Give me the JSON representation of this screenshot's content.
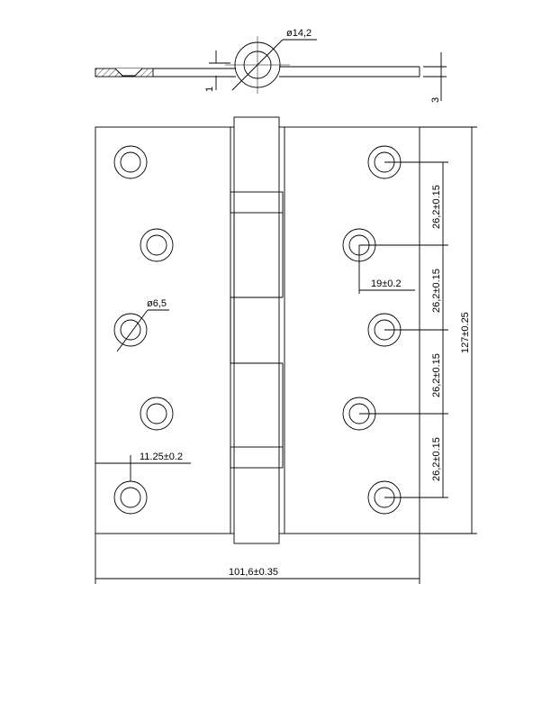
{
  "drawing": {
    "line_color": "#000000",
    "hatch_color": "#000000",
    "background": "#ffffff"
  },
  "dimensions": {
    "pin_diameter": "ø14,2",
    "leaf_gap": "1",
    "leaf_thickness": "3",
    "hole_diameter": "ø6,5",
    "edge_offset_left": "11.25±0.2",
    "hole_offset_right": "19±0.2",
    "hole_pitch_1": "26,2±0.15",
    "hole_pitch_2": "26,2±0.15",
    "hole_pitch_3": "26,2±0.15",
    "hole_pitch_4": "26,2±0.15",
    "overall_height": "127±0.25",
    "overall_width": "101,6±0.35"
  }
}
